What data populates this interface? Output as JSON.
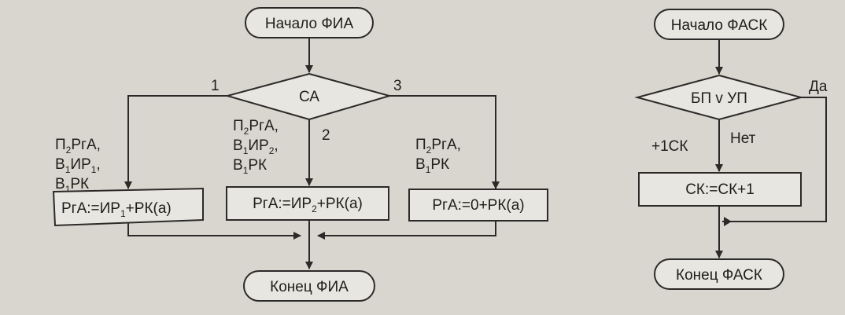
{
  "fia": {
    "start": "Начало ФИА",
    "decision": "СА",
    "branch1_label": "1",
    "branch2_label": "2",
    "branch3_label": "3",
    "note1_line1": "П",
    "note1_line1_sub": "2",
    "note1_line1_tail": "РгА,",
    "note1_line2": "В",
    "note1_line2_sub": "1",
    "note1_line2_tail": "ИР",
    "note1_line2_sub2": "1",
    "note1_line2_end": ",",
    "note1_line3": "В",
    "note1_line3_sub": "1",
    "note1_line3_tail": "РК",
    "note2_line1": "П",
    "note2_line1_sub": "2",
    "note2_line1_tail": "РгА,",
    "note2_line2": "В",
    "note2_line2_sub": "1",
    "note2_line2_tail": "ИР",
    "note2_line2_sub2": "2",
    "note2_line2_end": ",",
    "note2_line3": "В",
    "note2_line3_sub": "1",
    "note2_line3_tail": "РК",
    "note3_line1": "П",
    "note3_line1_sub": "2",
    "note3_line1_tail": "РгА,",
    "note3_line2": "В",
    "note3_line2_sub": "1",
    "note3_line2_tail": "РК",
    "box1_a": "РгА:=ИР",
    "box1_sub": "1",
    "box1_b": "+РК(а)",
    "box2_a": "РгА:=ИР",
    "box2_sub": "2",
    "box2_b": "+РК(а)",
    "box3": "РгА:=0+РК(а)",
    "end": "Конец ФИА"
  },
  "fask": {
    "start": "Начало ФАСК",
    "decision": "БП v УП",
    "yes_label": "Да",
    "no_label": "Нет",
    "note": "+1СК",
    "box": "СК:=СК+1",
    "end": "Конец ФАСК"
  }
}
